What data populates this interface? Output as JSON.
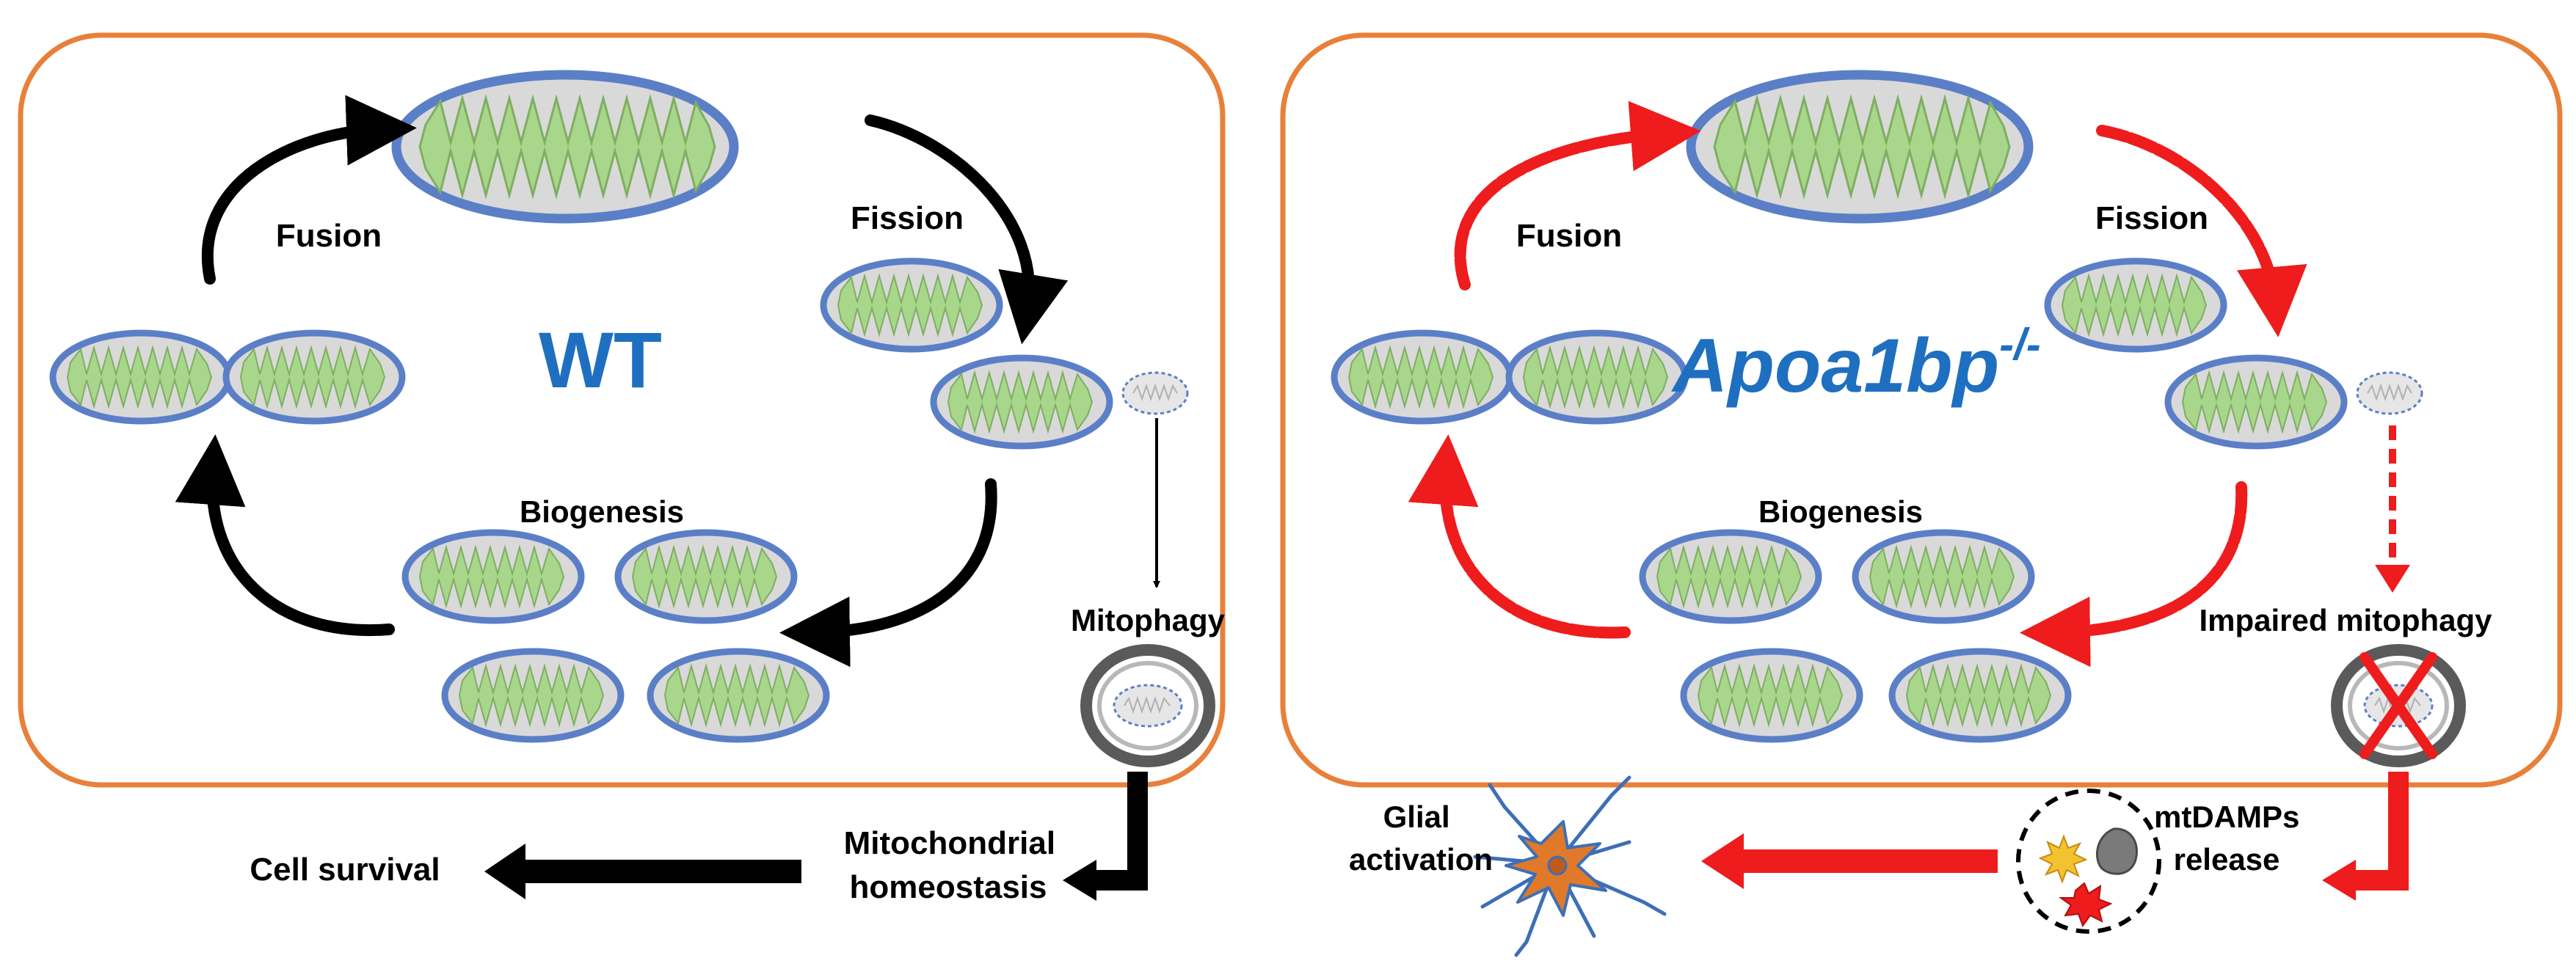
{
  "colors": {
    "panel_border": "#E8803A",
    "mito_outer": "#5B7FC7",
    "mito_inner": "#A8D68A",
    "mito_fill": "#D9D9D9",
    "wt_label": "#1F6FC0",
    "arrow_wt": "#000000",
    "arrow_ko": "#EE1C1C",
    "neuron": "#E07A2A",
    "neuron_process": "#3D6FB6"
  },
  "icons": {
    "mitochondrion": "mitochondrion-icon",
    "autophagosome": "autophagosome-icon",
    "blocked": "x-mark-icon",
    "glial_cell": "glial-cell-icon",
    "damps": "damp-particles-icon"
  },
  "left_panel": {
    "title": "WT",
    "fusion": "Fusion",
    "fission": "Fission",
    "biogenesis": "Biogenesis",
    "mitophagy": "Mitophagy"
  },
  "right_panel": {
    "title_main": "Apoa1bp",
    "title_super": "-/-",
    "fusion": "Fusion",
    "fission": "Fission",
    "biogenesis": "Biogenesis",
    "mitophagy": "Impaired mitophagy"
  },
  "outcomes": {
    "homeostasis_line1": "Mitochondrial",
    "homeostasis_line2": "homeostasis",
    "survival": "Cell survival",
    "damps_line1": "mtDAMPs",
    "damps_line2": "release",
    "glial_line1": "Glial",
    "glial_line2": "activation"
  }
}
